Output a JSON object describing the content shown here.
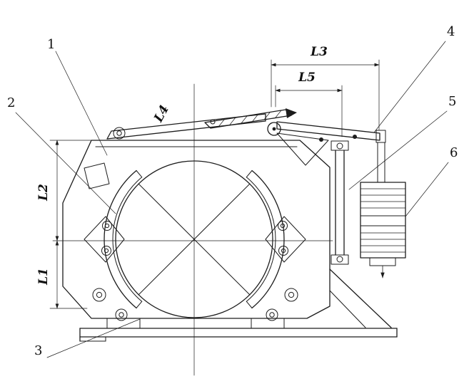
{
  "figure": {
    "title": "Drum brake assembly engineering drawing",
    "background_color": "#ffffff",
    "line_color": "#1c1c1c"
  },
  "labels": {
    "parts": {
      "p1": "1",
      "p2": "2",
      "p3": "3",
      "p4": "4",
      "p5": "5",
      "p6": "6"
    },
    "dimensions": {
      "l1": "L1",
      "l2": "L2",
      "l3": "L3",
      "l4": "L4",
      "l5": "L5"
    }
  }
}
